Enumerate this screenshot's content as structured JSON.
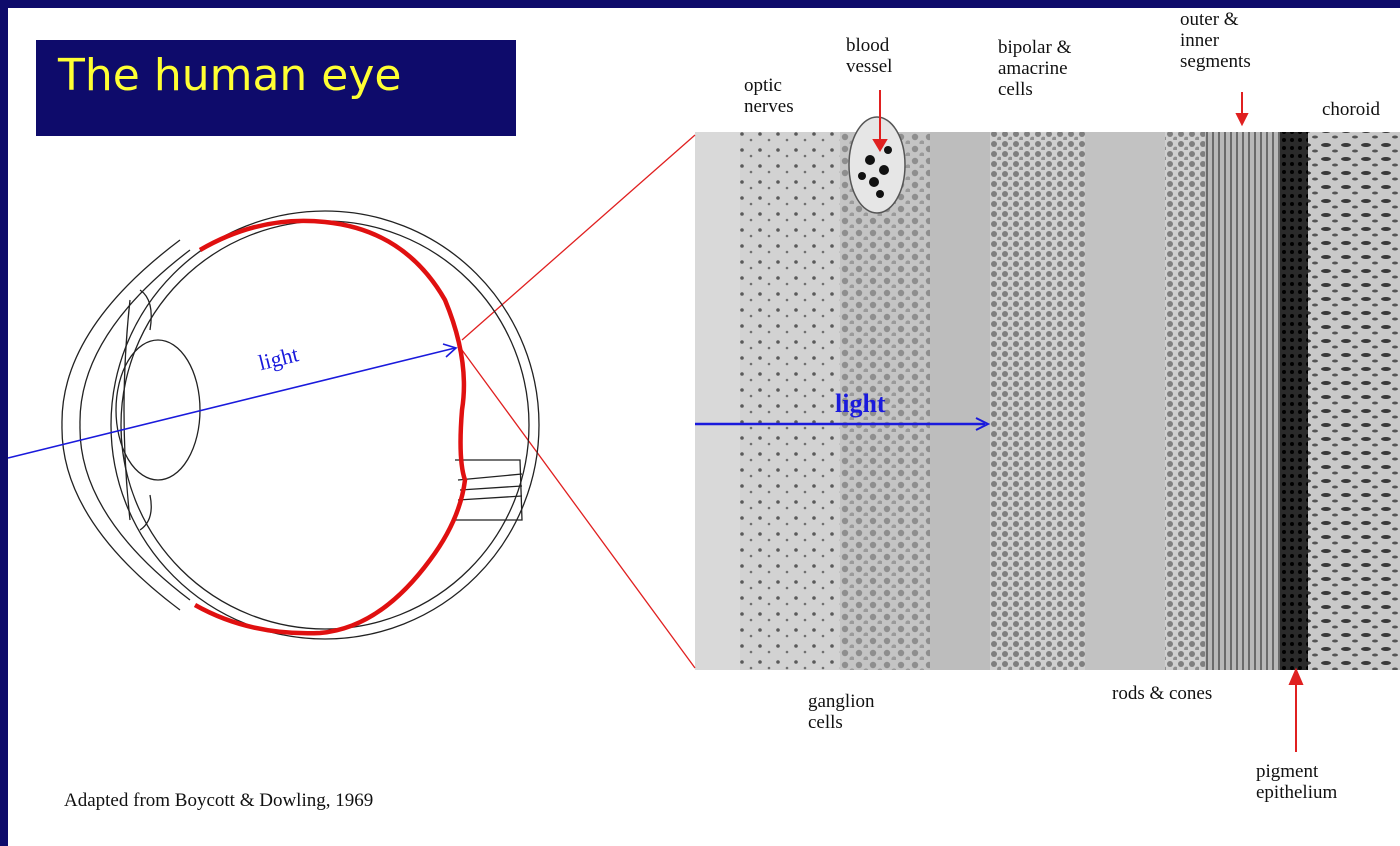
{
  "title": "The human eye",
  "credit": "Adapted from Boycott & Dowling, 1969",
  "colors": {
    "frame": "#0e0b6b",
    "title_text": "#ffff33",
    "retina": "#e01010",
    "light_ray": "#1a1adc",
    "pointer": "#e02020"
  },
  "eye_diagram": {
    "light_label": "light"
  },
  "retina_section": {
    "light_label": "light",
    "labels": {
      "optic_nerves": "optic\nnerves",
      "blood_vessel": "blood\nvessel",
      "bipolar_amacrine": "bipolar &\namacrine\ncells",
      "outer_inner_segments": "outer &\ninner\nsegments",
      "choroid": "choroid",
      "ganglion_cells": "ganglion\ncells",
      "rods_cones": "rods & cones",
      "pigment_epithelium": "pigment\nepithelium"
    }
  }
}
